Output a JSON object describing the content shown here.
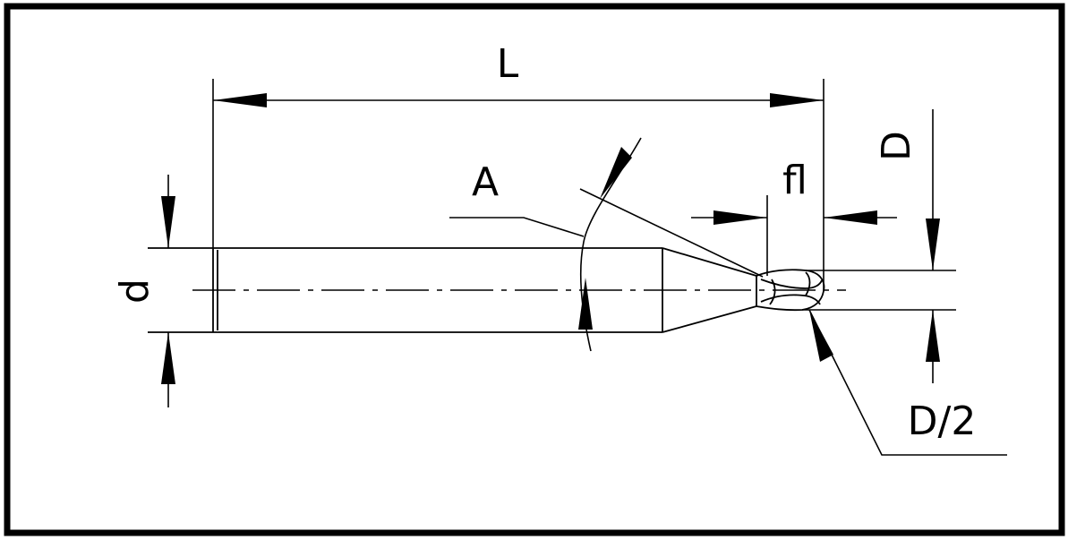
{
  "labels": {
    "length": "L",
    "angle": "A",
    "flute_length": "fl",
    "diameter": "D",
    "shank_diameter": "d",
    "radius": "D/2"
  },
  "colors": {
    "line": "#000000",
    "background": "#ffffff"
  }
}
